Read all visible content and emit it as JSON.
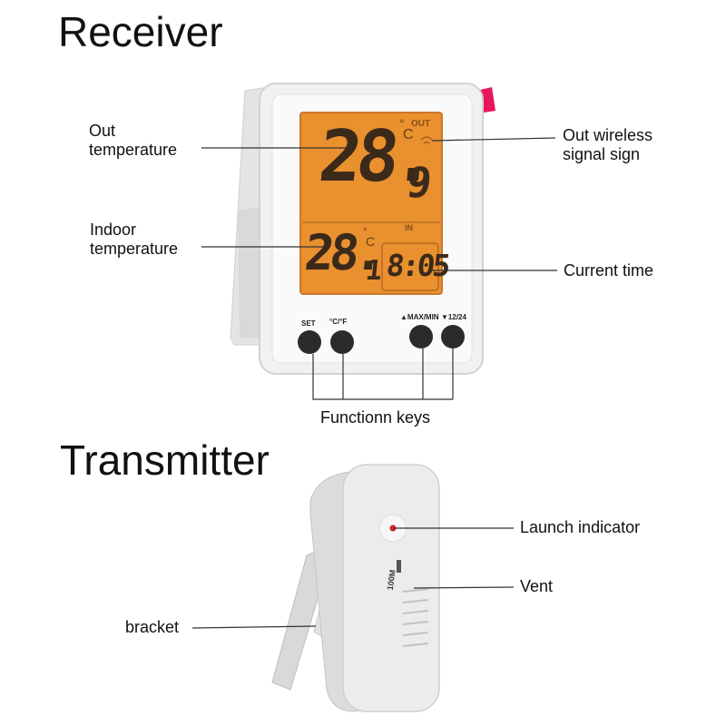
{
  "sections": {
    "receiver_title": "Receiver",
    "transmitter_title": "Transmitter"
  },
  "receiver": {
    "labels": {
      "out_temperature": "Out\ntemperature",
      "indoor_temperature": "Indoor\ntemperature",
      "out_wireless_signal": "Out wireless\nsignal sign",
      "current_time": "Current time",
      "function_keys": "Functionn keys"
    },
    "display": {
      "out_indicator": "OUT",
      "in_indicator": "IN",
      "out_temp_main": "28.",
      "out_temp_decimal": "9",
      "in_temp_main": "28.",
      "in_temp_decimal": "1",
      "time": "8:05",
      "unit_c": "C",
      "degree": "°"
    },
    "buttons": {
      "set": "SET",
      "unit": "°C/°F",
      "maxmin": "▲MAX/MIN",
      "clock": "▼12/24"
    },
    "colors": {
      "lcd_background": "#e9902f",
      "lcd_digits": "#3b2a1a",
      "case": "#f1f1f1",
      "button": "#2b2b2b",
      "tag": "#e8175d"
    }
  },
  "transmitter": {
    "labels": {
      "launch_indicator": "Launch indicator",
      "vent": "Vent",
      "bracket": "bracket"
    },
    "badge": "100M",
    "colors": {
      "case": "#ececec",
      "led": "#d41f1f"
    }
  }
}
